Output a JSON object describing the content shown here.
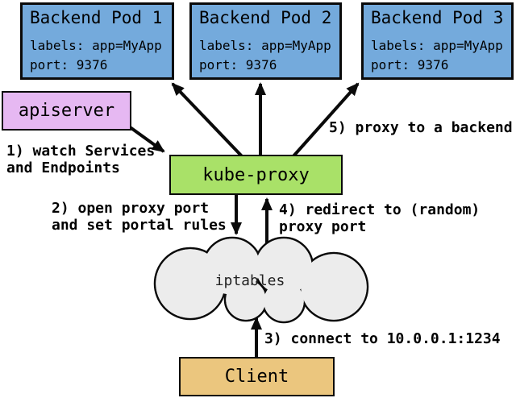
{
  "nodes": {
    "pods": [
      {
        "title": "Backend Pod 1",
        "labels": "labels: app=MyApp",
        "port": "port: 9376"
      },
      {
        "title": "Backend Pod 2",
        "labels": "labels: app=MyApp",
        "port": "port: 9376"
      },
      {
        "title": "Backend Pod 3",
        "labels": "labels: app=MyApp",
        "port": "port: 9376"
      }
    ],
    "apiserver": {
      "label": "apiserver"
    },
    "kube_proxy": {
      "label": "kube-proxy"
    },
    "iptables": {
      "label": "iptables"
    },
    "client": {
      "label": "Client"
    }
  },
  "annotations": {
    "step1": {
      "line1": "1) watch Services",
      "line2": "and Endpoints"
    },
    "step2": {
      "line1": "2) open proxy port",
      "line2": "and set portal rules"
    },
    "step3": {
      "line1": "3) connect to 10.0.0.1:1234"
    },
    "step4": {
      "line1": "4) redirect to (random)",
      "line2": "proxy port"
    },
    "step5": {
      "line1": "5) proxy to a backend"
    }
  },
  "colors": {
    "pod_fill": "#74aadc",
    "apiserver_fill": "#e6b8f2",
    "kube_proxy_fill": "#a9e168",
    "client_fill": "#ebc67e",
    "cloud_fill": "#ececec",
    "outline": "#0a0a0a",
    "background": "#ffffff"
  }
}
